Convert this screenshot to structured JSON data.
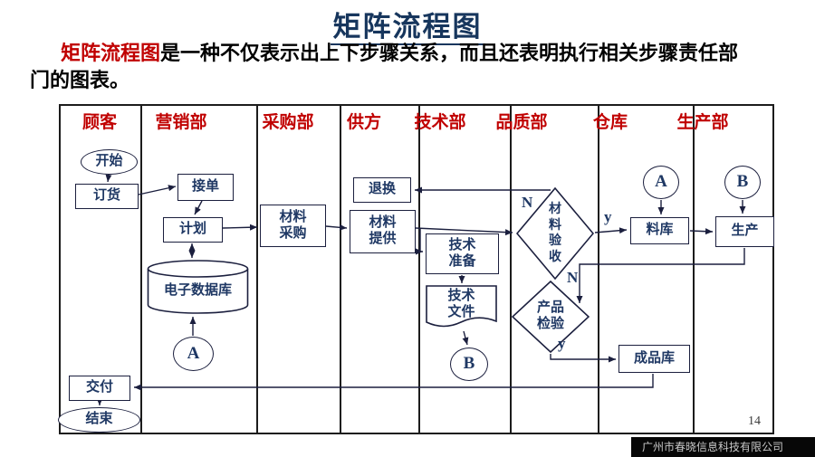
{
  "title": "矩阵流程图",
  "intro": {
    "highlight": "矩阵流程图",
    "text": "是一种不仅表示出上下步骤关系，而且还表明执行相关步骤责任部门的图表。"
  },
  "columns": [
    "顾客",
    "营销部",
    "采购部",
    "供方",
    "技术部",
    "品质部",
    "仓库",
    "生产部"
  ],
  "nodes": {
    "start": "开始",
    "order": "订货",
    "accept_order": "接单",
    "plan": "计划",
    "database": "电子数据库",
    "material_purchase": "材料采购",
    "return_exchange": "退换",
    "material_supply": "材料提供",
    "tech_prepare": "技术准备",
    "tech_doc": "技术文件",
    "material_inspect": "材料验收",
    "product_inspect": "产品检验",
    "material_store": "料库",
    "production": "生产",
    "finished_store": "成品库",
    "delivery": "交付",
    "end": "结束"
  },
  "connectors": {
    "a": "A",
    "b": "B"
  },
  "branch_labels": {
    "inspect_no": "N",
    "inspect_yes": "y",
    "product_no": "N",
    "product_yes": "y"
  },
  "footer": {
    "page_number": "14",
    "watermark": "广州市春晓信息科技有限公司"
  },
  "colors": {
    "accent_red": "#C00000",
    "title_blue": "#17365D",
    "node_text": "#1F3864",
    "line": "#1b1f3e"
  }
}
